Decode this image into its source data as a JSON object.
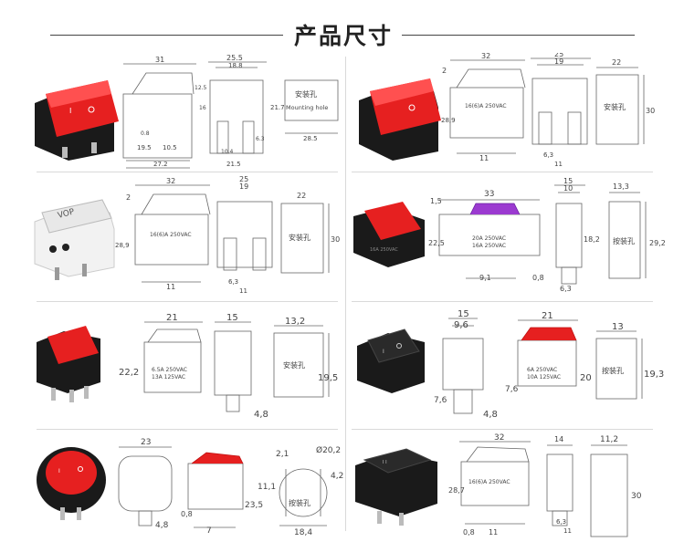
{
  "title": "产品尺寸",
  "panels": [
    {
      "labels": {
        "top1": "31",
        "top2": "25.5",
        "top3": "18.8",
        "right1": "12.5",
        "right2": "21.7",
        "d1": "0.8",
        "d2": "19.5",
        "d3": "10.5",
        "d4": "27.2",
        "d5": "10.4",
        "d6": "6.3",
        "d7": "21.5",
        "hole_w": "28.5",
        "hole_text1": "安装孔",
        "hole_text2": "Mounting hole",
        "side": "16"
      }
    },
    {
      "labels": {
        "top1": "32",
        "top2": "25",
        "top3": "19",
        "h": "28,9",
        "left": "2",
        "b1": "11",
        "b2": "6,3",
        "b3": "11",
        "hole_w": "22",
        "hole_h": "30",
        "hole_text": "安装孔",
        "spec": "16(6)A 250VAC"
      }
    },
    {
      "labels": {
        "top1": "32",
        "top2": "25",
        "top3": "19",
        "h": "28,9",
        "left": "2",
        "b1": "11",
        "b2": "6,3",
        "b3": "11",
        "hole_w": "22",
        "hole_h": "30",
        "hole_text": "安装孔",
        "spec": "16(6)A 250VAC",
        "vop": "VOP"
      }
    },
    {
      "labels": {
        "top1": "33",
        "top2": "15",
        "top3": "10",
        "left1": "1,5",
        "h": "22,5",
        "b1": "9,1",
        "b2": "0,8",
        "b3": "6,3",
        "mid": "18,2",
        "hole_w": "13,3",
        "hole_h": "29,2",
        "hole_text": "按装孔",
        "spec1": "20A 250VAC",
        "spec2": "16A 250VAC"
      }
    },
    {
      "labels": {
        "top1": "21",
        "top2": "15",
        "h": "22,2",
        "b1": "4,8",
        "hole_w": "13,2",
        "hole_h": "19,5",
        "hole_text": "安装孔",
        "spec1": "6.5A 250VAC",
        "spec2": "13A 125VAC"
      }
    },
    {
      "labels": {
        "top1": "15",
        "top2": "9,6",
        "top3": "21",
        "left1": "7,6",
        "left2": "7,6",
        "b1": "4,8",
        "mid": "20",
        "hole_w": "13",
        "hole_h": "19,3",
        "hole_text": "按装孔",
        "spec1": "6A 250VAC",
        "spec2": "10A 125VAC"
      }
    },
    {
      "labels": {
        "top1": "23",
        "h": "23,5",
        "b1": "4,8",
        "b2": "0,8",
        "b3": "7",
        "r1": "2,1",
        "r2": "Ø20,2",
        "r3": "4,2",
        "r4": "11,1",
        "r5": "18,4",
        "hole_text": "按装孔"
      }
    },
    {
      "labels": {
        "top1": "32",
        "top2": "14",
        "top3": "11,2",
        "h": "28,7",
        "b1": "0,8",
        "b2": "11",
        "b3": "6,3",
        "b4": "11",
        "hole_h": "30",
        "spec": "16(6)A 250VAC"
      }
    }
  ]
}
